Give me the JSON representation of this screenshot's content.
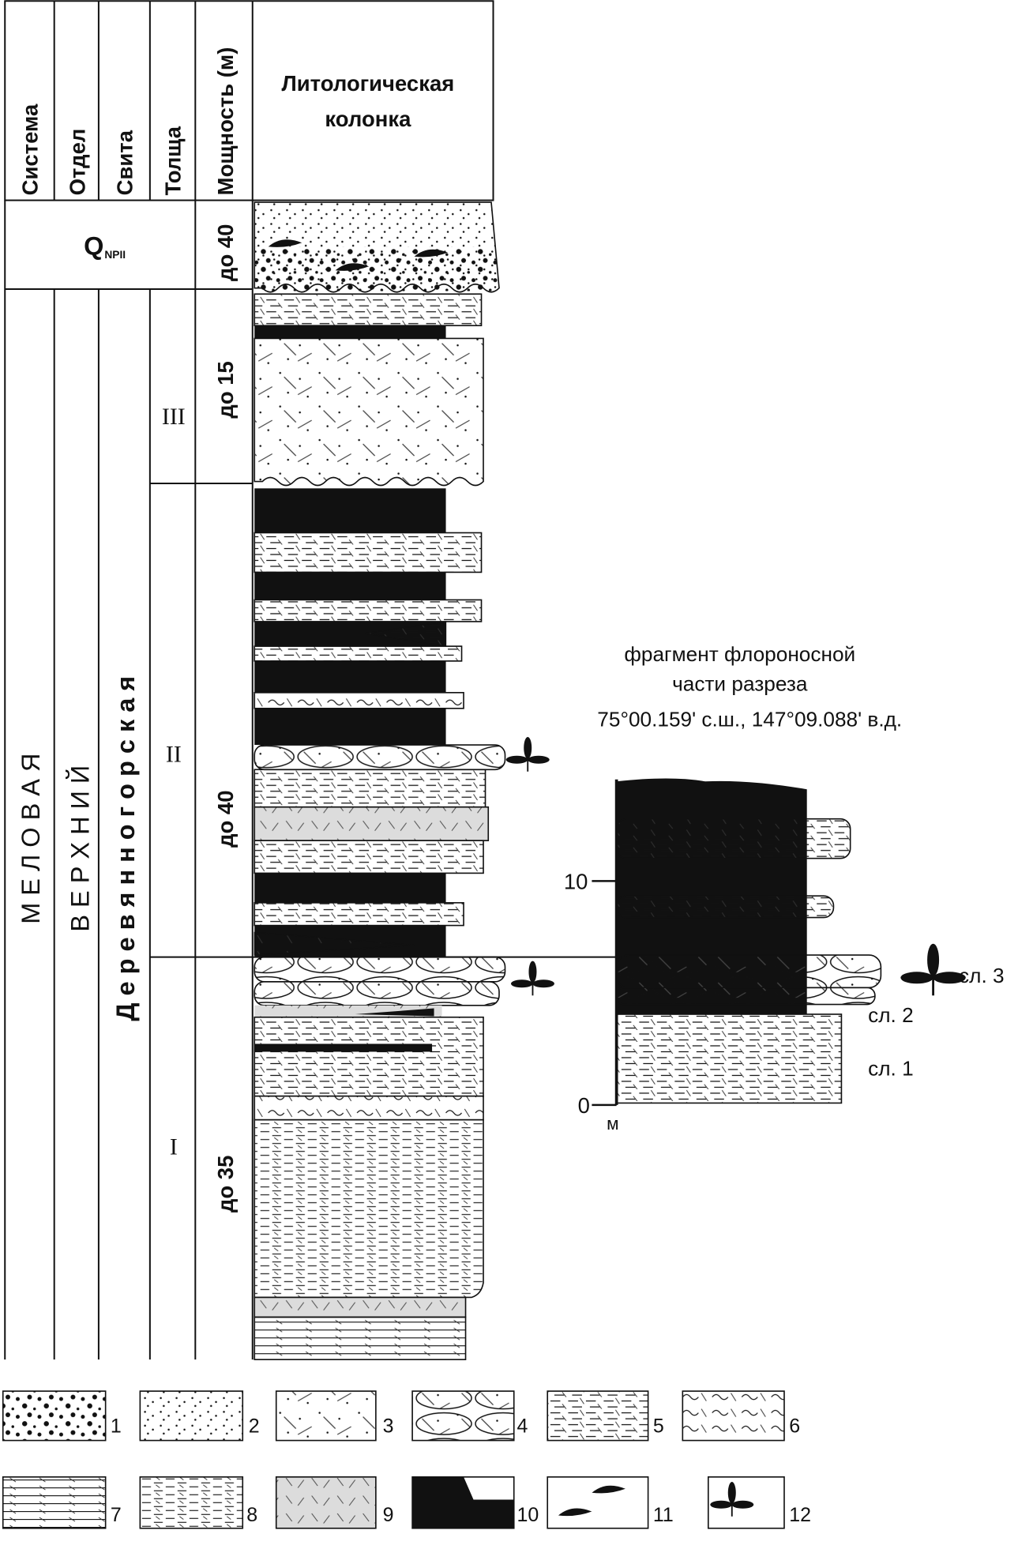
{
  "header": {
    "system": "Система",
    "series": "Отдел",
    "formation": "Свита",
    "member": "Толща",
    "thickness": "Мощность (м)",
    "column_line1": "Литологическая",
    "column_line2": "колонка"
  },
  "quaternary": {
    "index": "Q",
    "subscript": "NPII",
    "thickness": "до 40"
  },
  "stratigraphy": {
    "system": "М Е Л О В А Я",
    "series": "В Е Р Х Н И Й",
    "formation": "Д е р е в я н н о г о р с к а я",
    "members": [
      {
        "name": "III",
        "thickness": "до 15"
      },
      {
        "name": "II",
        "thickness": "до 40"
      },
      {
        "name": "I",
        "thickness": "до 35"
      }
    ]
  },
  "fragment": {
    "title_line1": "фрагмент флороносной",
    "title_line2": "части разреза",
    "coords": "75°00.159' с.ш., 147°09.088' в.д.",
    "scale_ticks": [
      "10",
      "0"
    ],
    "scale_unit": "м",
    "layers": [
      "сл. 3",
      "сл. 2",
      "сл. 1"
    ]
  },
  "legend": [
    "1",
    "2",
    "3",
    "4",
    "5",
    "6",
    "7",
    "8",
    "9",
    "10",
    "11",
    "12"
  ]
}
